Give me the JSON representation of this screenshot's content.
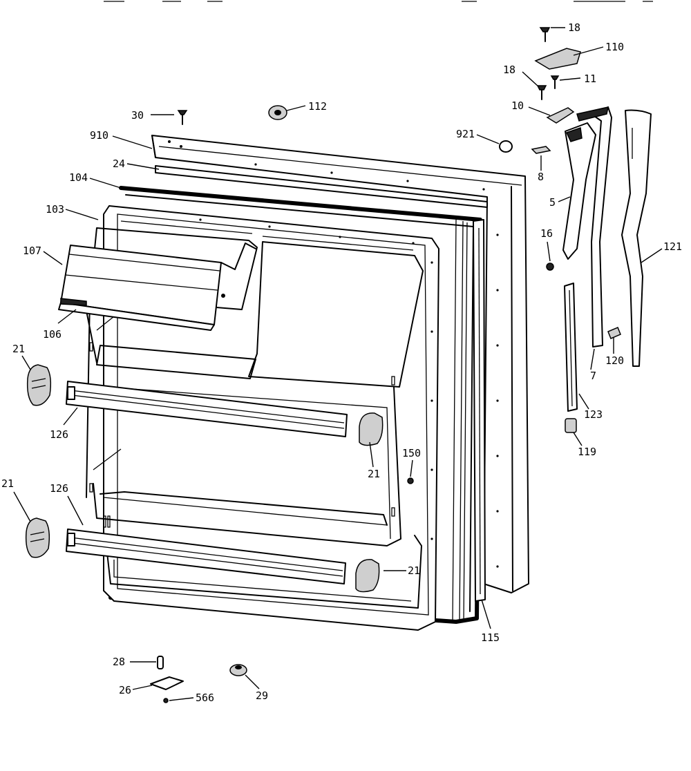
{
  "diagram": {
    "callouts": [
      {
        "id": "c18a",
        "text": "18"
      },
      {
        "id": "c110",
        "text": "110"
      },
      {
        "id": "c18b",
        "text": "18"
      },
      {
        "id": "c11",
        "text": "11"
      },
      {
        "id": "c30",
        "text": "30"
      },
      {
        "id": "c112",
        "text": "112"
      },
      {
        "id": "c10",
        "text": "10"
      },
      {
        "id": "c910",
        "text": "910"
      },
      {
        "id": "c921",
        "text": "921"
      },
      {
        "id": "c24",
        "text": "24"
      },
      {
        "id": "c104",
        "text": "104"
      },
      {
        "id": "c8",
        "text": "8"
      },
      {
        "id": "c103",
        "text": "103"
      },
      {
        "id": "c5",
        "text": "5"
      },
      {
        "id": "c16",
        "text": "16"
      },
      {
        "id": "c107",
        "text": "107"
      },
      {
        "id": "c121",
        "text": "121"
      },
      {
        "id": "c106",
        "text": "106"
      },
      {
        "id": "c21a",
        "text": "21"
      },
      {
        "id": "c120",
        "text": "120"
      },
      {
        "id": "c7",
        "text": "7"
      },
      {
        "id": "c123",
        "text": "123"
      },
      {
        "id": "c126a",
        "text": "126"
      },
      {
        "id": "c119",
        "text": "119"
      },
      {
        "id": "c150",
        "text": "150"
      },
      {
        "id": "c21b",
        "text": "21"
      },
      {
        "id": "c21c",
        "text": "21"
      },
      {
        "id": "c126b",
        "text": "126"
      },
      {
        "id": "c21d",
        "text": "21"
      },
      {
        "id": "c115",
        "text": "115"
      },
      {
        "id": "c28",
        "text": "28"
      },
      {
        "id": "c26",
        "text": "26"
      },
      {
        "id": "c566",
        "text": "566"
      },
      {
        "id": "c29",
        "text": "29"
      }
    ]
  }
}
